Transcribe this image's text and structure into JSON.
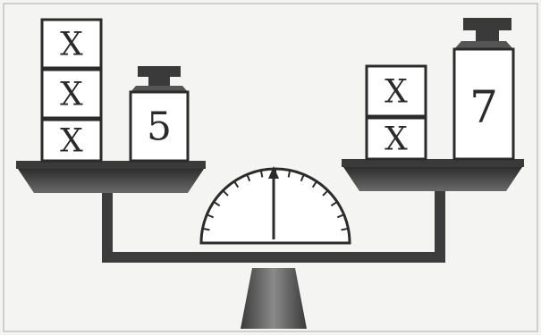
{
  "left_pan": {
    "x_boxes": [
      "X",
      "X",
      "X"
    ],
    "weight": "5"
  },
  "right_pan": {
    "x_boxes": [
      "X",
      "X"
    ],
    "weight": "7"
  },
  "colors": {
    "background": "#f4f4f2",
    "ink": "#2b2b2b",
    "box_fill": "#ffffff",
    "metal": "#5a5a5a"
  },
  "icons": {
    "dial": "scale-dial-icon",
    "pointer": "needle-pointer-icon"
  }
}
